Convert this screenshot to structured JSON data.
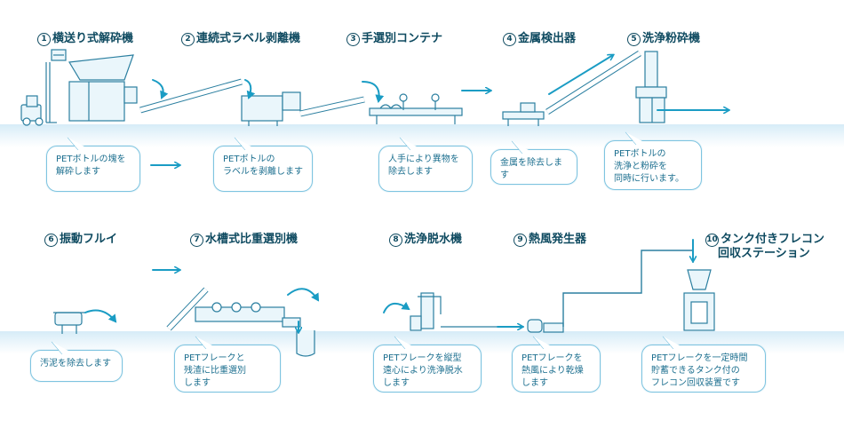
{
  "colors": {
    "accent": "#1a9cc4",
    "title": "#0e4a60",
    "bubble_border": "#7ec4e0",
    "bubble_text": "#1c6f8f",
    "floor": "#d6ecf7"
  },
  "steps": [
    {
      "num": "1",
      "title": "横送り式解砕機",
      "desc": "PETボトルの塊を\n解砕します"
    },
    {
      "num": "2",
      "title": "連続式ラベル剥離機",
      "desc": "PETボトルの\nラベルを剥離します"
    },
    {
      "num": "3",
      "title": "手選別コンテナ",
      "desc": "人手により異物を\n除去します"
    },
    {
      "num": "4",
      "title": "金属検出器",
      "desc": "金属を除去します"
    },
    {
      "num": "5",
      "title": "洗浄粉砕機",
      "desc": "PETボトルの\n洗浄と粉砕を\n同時に行います。"
    },
    {
      "num": "6",
      "title": "振動フルイ",
      "desc": "汚泥を除去します"
    },
    {
      "num": "7",
      "title": "水槽式比重選別機",
      "desc": "PETフレークと\n残渣に比重選別\nします"
    },
    {
      "num": "8",
      "title": "洗浄脱水機",
      "desc": "PETフレークを縦型\n遠心により洗浄脱水\nします"
    },
    {
      "num": "9",
      "title": "熱風発生器",
      "desc": "PETフレークを\n熱風により乾燥\nします"
    },
    {
      "num": "10",
      "title": "タンク付きフレコン",
      "title_line2": "回収ステーション",
      "desc": "PETフレークを一定時間\n貯蓄できるタンク付の\nフレコン回収装置です"
    }
  ]
}
